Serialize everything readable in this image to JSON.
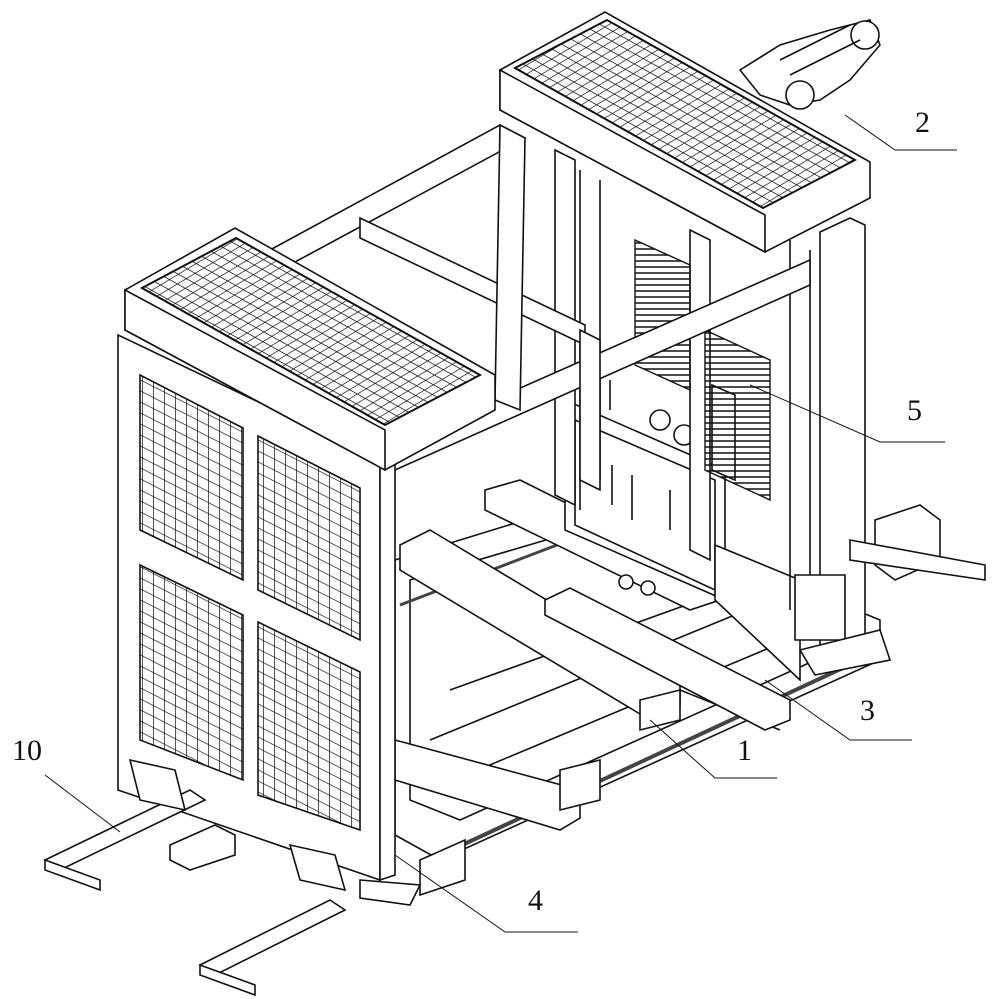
{
  "figure": {
    "labels": [
      {
        "id": "label-2",
        "text": "2"
      },
      {
        "id": "label-5",
        "text": "5"
      },
      {
        "id": "label-3",
        "text": "3"
      },
      {
        "id": "label-1",
        "text": "1"
      },
      {
        "id": "label-4",
        "text": "4"
      },
      {
        "id": "label-10",
        "text": "10"
      }
    ]
  }
}
